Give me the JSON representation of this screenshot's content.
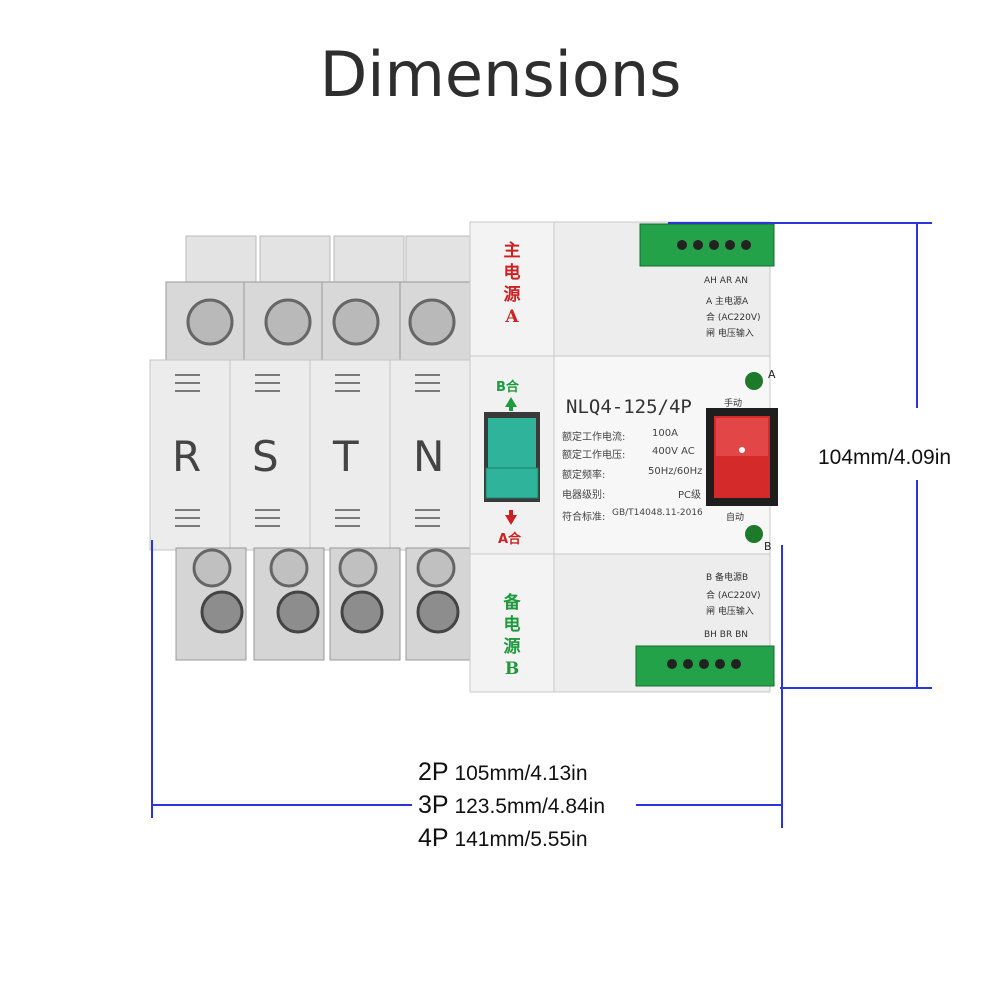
{
  "title": "Dimensions",
  "poles": [
    "R",
    "S",
    "T",
    "N"
  ],
  "main_source_label": [
    "主",
    "电",
    "源",
    "A"
  ],
  "backup_source_label": [
    "备",
    "电",
    "源",
    "B"
  ],
  "switch_top_label": "B合",
  "switch_bottom_label": "A合",
  "model": "NLQ4-125/4P",
  "specs": [
    {
      "name": "额定工作电流:",
      "value": "100A"
    },
    {
      "name": "额定工作电压:",
      "value": "400V AC"
    },
    {
      "name": "额定频率:",
      "value": "50Hz/60Hz"
    },
    {
      "name": "电器级别:",
      "value": "PC级"
    },
    {
      "name": "符合标准:",
      "value": "GB/T14048.11-2016"
    }
  ],
  "manual_label": "手动",
  "auto_label": "自动",
  "indicator_a": "A",
  "indicator_b": "B",
  "terminal_a_top": "AH AR AN",
  "terminal_a_lines": [
    "A  主电源A",
    "合  (AC220V)",
    "闸  电压输入"
  ],
  "terminal_b_lines": [
    "B  备电源B",
    "合  (AC220V)",
    "闸  电压输入"
  ],
  "terminal_b_bottom": "BH BR BN",
  "height_dimension": "104mm/4.09in",
  "width_dimensions": [
    {
      "pole": "2P",
      "value": "105mm/4.13in"
    },
    {
      "pole": "3P",
      "value": "123.5mm/4.84in"
    },
    {
      "pole": "4P",
      "value": "141mm/5.55in"
    }
  ],
  "colors": {
    "dimension_line": "#2b35d8",
    "switch_green": "#2fb39a",
    "rocker_red": "#d42a2a",
    "indicator_green": "#1d7a2a",
    "terminal_green": "#24a24a"
  }
}
